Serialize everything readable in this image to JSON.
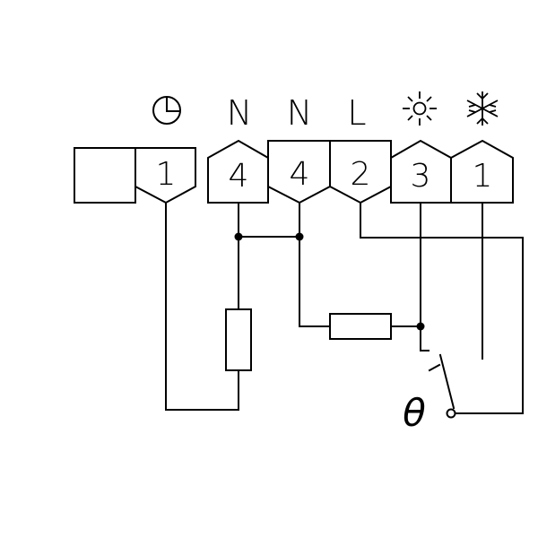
{
  "labels": {
    "top": [
      "N",
      "N",
      "L"
    ],
    "terminals": [
      "1",
      "4",
      "4",
      "2",
      "3",
      "1"
    ],
    "thermostat_symbol": "θ"
  },
  "icons": {
    "clock": "clock-icon",
    "sun": "sun-icon",
    "snowflake": "snowflake-icon"
  }
}
